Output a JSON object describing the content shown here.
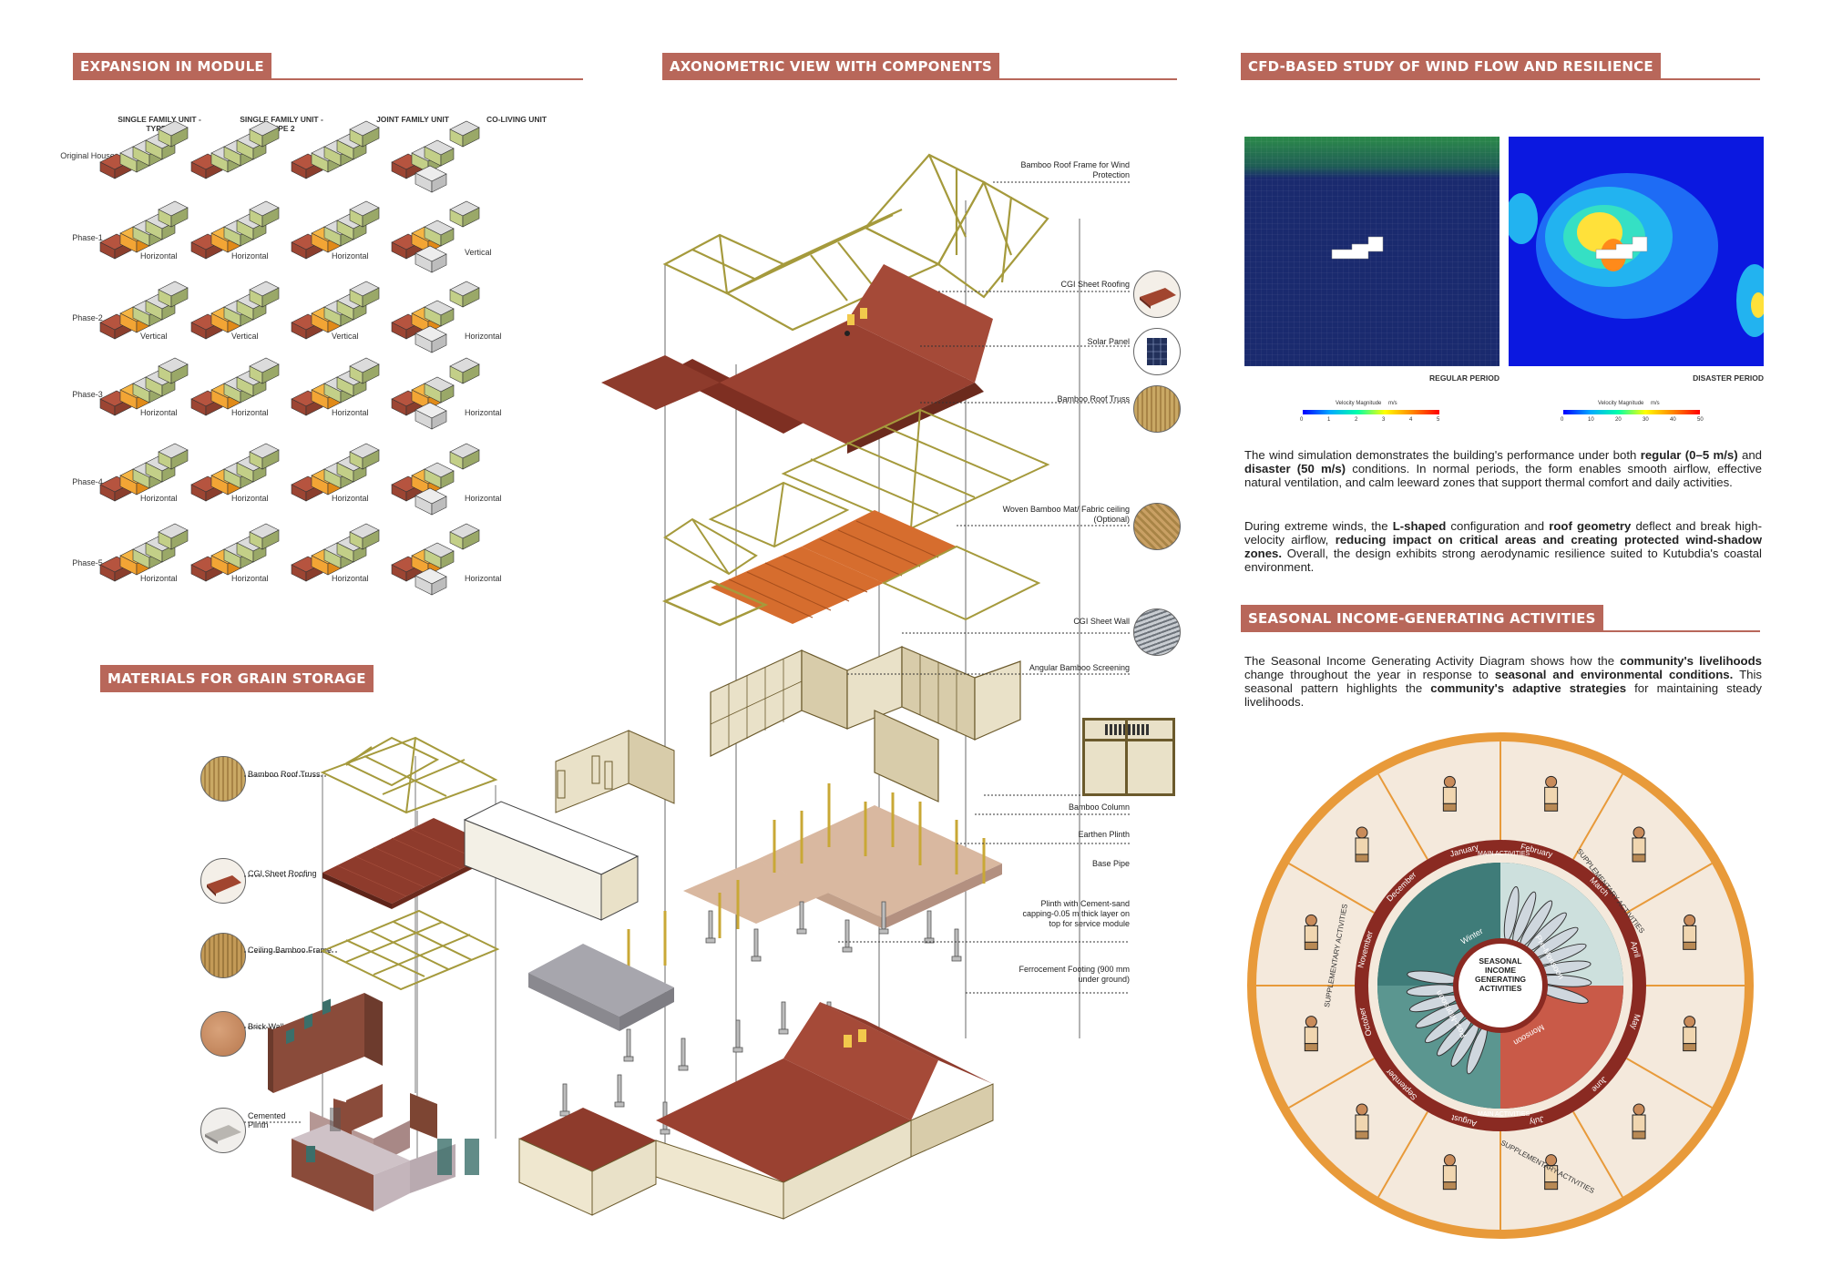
{
  "sections": {
    "expansion": "EXPANSION IN MODULE",
    "materials": "MATERIALS FOR GRAIN STORAGE",
    "axonometric": "AXONOMETRIC VIEW WITH COMPONENTS",
    "cfd": "CFD-BASED STUDY OF WIND FLOW AND RESILIENCE",
    "seasonal": "SEASONAL INCOME-GENERATING ACTIVITIES"
  },
  "expansion": {
    "columns": [
      "SINGLE FAMILY UNIT -TYPE 1",
      "SINGLE FAMILY UNIT -TYPE 2",
      "JOINT FAMILY UNIT",
      "CO-LIVING UNIT"
    ],
    "rows": [
      "Original House",
      "Phase-1",
      "Phase-2",
      "Phase-3",
      "Phase-4",
      "Phase-5"
    ],
    "cells": [
      [
        "",
        "",
        "",
        ""
      ],
      [
        "Horizontal",
        "Horizontal",
        "Horizontal",
        "Vertical"
      ],
      [
        "Vertical",
        "Vertical",
        "Vertical",
        "Horizontal"
      ],
      [
        "Horizontal",
        "Horizontal",
        "Horizontal",
        "Horizontal"
      ],
      [
        "Horizontal",
        "Horizontal",
        "Horizontal",
        "Horizontal"
      ],
      [
        "Horizontal",
        "Horizontal",
        "Horizontal",
        "Horizontal"
      ]
    ]
  },
  "materials": [
    "Bamboo Roof Truss",
    "CGI Sheet Roofing",
    "Ceiling Bamboo Frame",
    "Brick Wall",
    "Cemented Plinth"
  ],
  "axo_labels": [
    "Bamboo Roof Frame for Wind Protection",
    "CGI Sheet Roofing",
    "Solar Panel",
    "Bamboo Roof Truss",
    "Woven Bamboo Mat/ Fabric ceiling (Optional)",
    "CGI Sheet Wall",
    "Angular Bamboo Screening",
    "Bamboo Column",
    "Earthen Plinth",
    "Base Pipe",
    "Plinth with Cement-sand capping-0.05 m thick layer on top for service module",
    "Ferrocement Footing (900 mm under ground)"
  ],
  "cfd": {
    "regular_title": "REGULAR PERIOD",
    "disaster_title": "DISASTER PERIOD",
    "legend_label": "Velocity Magnitude",
    "legend_unit": "m/s",
    "regular_ticks": [
      "0",
      "1",
      "2",
      "3",
      "4",
      "5"
    ],
    "disaster_ticks": [
      "0",
      "10",
      "20",
      "30",
      "40",
      "50"
    ],
    "p1_a": "The wind simulation demonstrates the building's performance under both ",
    "p1_b": "regular (0–5 m/s)",
    "p1_c": " and ",
    "p1_d": "disaster (50 m/s)",
    "p1_e": " conditions. In normal periods, the form enables smooth airflow, effective natural ventilation, and calm leeward zones that support thermal comfort and daily activities.",
    "p2_a": "During extreme winds, the ",
    "p2_b": "L-shaped",
    "p2_c": " configuration and ",
    "p2_d": "roof geometry",
    "p2_e": " deflect and break high-velocity airflow, ",
    "p2_f": "reducing impact on critical areas and creating protected wind-shadow zones.",
    "p2_g": " Overall, the design exhibits strong aerodynamic resilience suited to Kutubdia's coastal environment."
  },
  "seasonal": {
    "p_a": "The Seasonal Income Generating Activity Diagram shows how the ",
    "p_b": "community's livelihoods",
    "p_c": " change throughout the year in response to ",
    "p_d": "seasonal and environmental conditions.",
    "p_e": " This seasonal pattern highlights the ",
    "p_f": "community's adaptive strategies",
    "p_g": " for maintaining steady livelihoods.",
    "center": "SEASONAL INCOME GENERATING ACTIVITIES",
    "months": [
      "January",
      "February",
      "March",
      "April",
      "May",
      "June",
      "July",
      "August",
      "September",
      "October",
      "November",
      "December"
    ],
    "seasons": [
      "Winter",
      "Pre-Monsoon",
      "Monsoon",
      "Post-Monsoon"
    ],
    "main_label": "MAIN ACTIVITIES",
    "supp_label": "SUPPLEMENTARY ACTIVITIES"
  },
  "colors": {
    "accent": "#b8675a",
    "bamboo": "#c8b56a",
    "roof": "#8e3b2c",
    "green": "#a8b86a",
    "orange": "#f2a535",
    "cfd_bg": "#1a2a6e",
    "seasonal_ring": "#e89a3a"
  }
}
